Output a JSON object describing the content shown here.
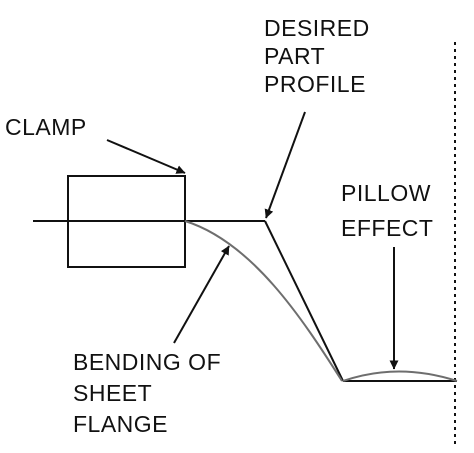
{
  "labels": {
    "desired_part_profile": [
      "DESIRED",
      "PART",
      "PROFILE"
    ],
    "clamp": "CLAMP",
    "pillow_effect": [
      "PILLOW",
      "EFFECT"
    ],
    "bending_of_sheet_flange": [
      "BENDING OF",
      "SHEET",
      "FLANGE"
    ]
  },
  "colors": {
    "line": "#111111",
    "deformed_sheet": "#6e6e6e",
    "background": "#ffffff"
  }
}
